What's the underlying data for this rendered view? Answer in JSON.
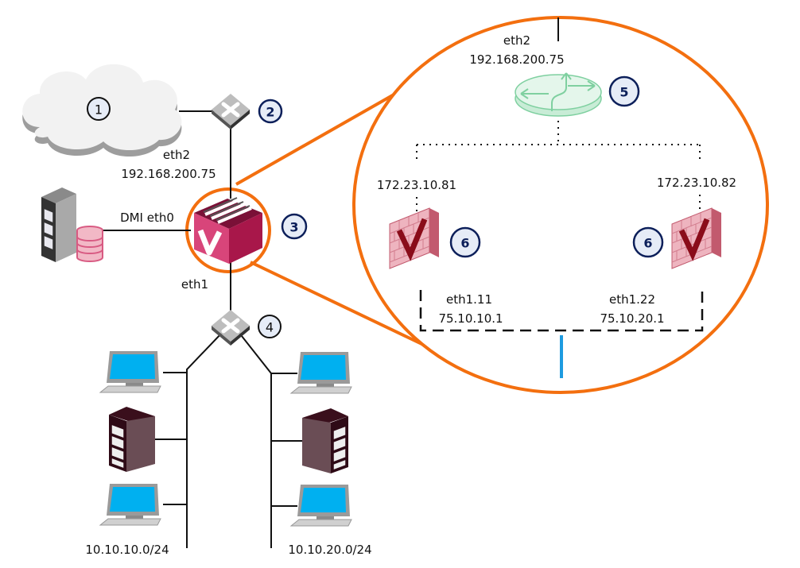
{
  "diagram": {
    "title": "Network topology with virtual firewall appliance",
    "colors": {
      "highlight_circle": "#f36f0f",
      "badge_fill": "#e6ecf7",
      "badge_stroke_dark": "#0c1f5a",
      "badge_stroke_black": "#111111",
      "appliance": "#b41d50",
      "firewall": "#e07d90",
      "switch_fill": "#bfbfbf",
      "router_green": "#7fd0a0",
      "uplink_blue": "#1e9be0",
      "screen_blue": "#00b0f0",
      "server_dark": "#4a1a28"
    },
    "nodes": {
      "internet_cloud": {
        "badge": "1",
        "icon": "cloud-icon"
      },
      "upstream_switch": {
        "badge": "2",
        "icon": "switch-icon"
      },
      "appliance": {
        "badge": "3",
        "icon": "virtual-appliance-icon"
      },
      "lan_switch": {
        "badge": "4",
        "icon": "switch-icon"
      },
      "dmi_server": {
        "icon": "database-server-icon"
      },
      "virtual_router": {
        "badge": "5",
        "icon": "router-icon"
      },
      "firewall_left": {
        "badge": "6",
        "icon": "firewall-icon"
      },
      "firewall_right": {
        "badge": "6",
        "icon": "firewall-icon"
      }
    },
    "labels": {
      "eth2_main": "eth2",
      "eth2_main_ip": "192.168.200.75",
      "dmi": "DMI eth0",
      "eth1_main": "eth1",
      "eth2_zoom": "eth2",
      "eth2_zoom_ip": "192.168.200.75",
      "fw_left_ip": "172.23.10.81",
      "fw_right_ip": "172.23.10.82",
      "eth1_11": "eth1.11",
      "eth1_11_ip": "75.10.10.1",
      "eth1_22": "eth1.22",
      "eth1_22_ip": "75.10.20.1",
      "subnet_left": "10.10.10.0/24",
      "subnet_right": "10.10.20.0/24"
    }
  }
}
